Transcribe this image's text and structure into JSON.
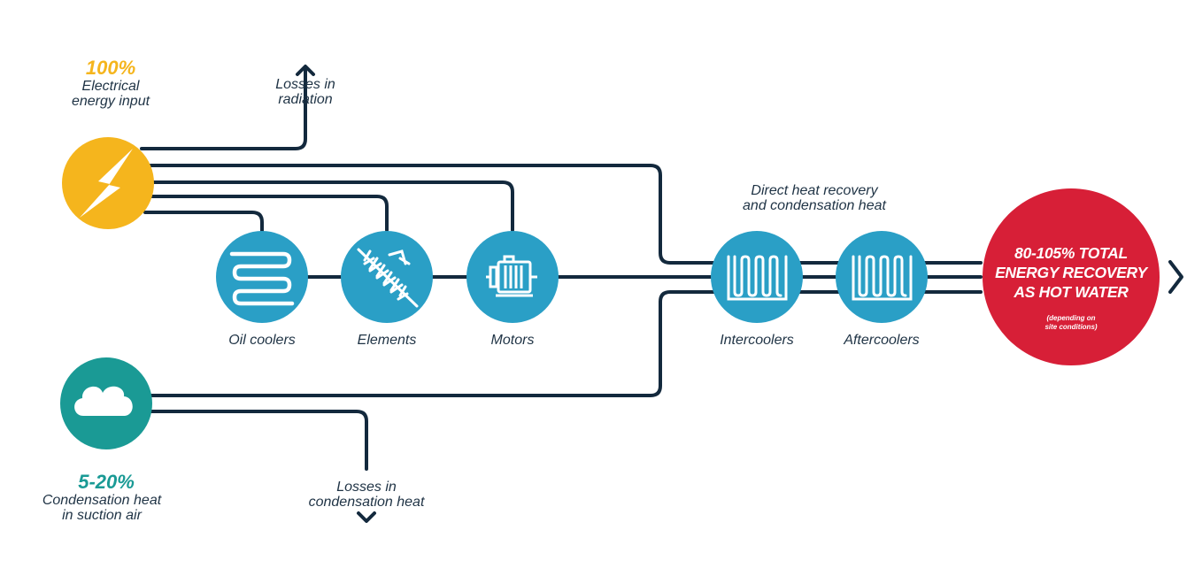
{
  "colors": {
    "line": "#13293d",
    "node_blue": "#2a9fc6",
    "electric": "#f5b51d",
    "condensation": "#1a9a95",
    "recovery": "#d71f37",
    "text": "#1f3345"
  },
  "electric_input": {
    "percent": "100%",
    "label_line1": "Electrical",
    "label_line2": "energy input",
    "icon": "lightning-bolt-icon"
  },
  "condensation_input": {
    "percent": "5-20%",
    "label_line1": "Condensation heat",
    "label_line2": "in suction air",
    "icon": "cloud-icon"
  },
  "losses": {
    "radiation_line1": "Losses in",
    "radiation_line2": "radiation",
    "condensation_line1": "Losses in",
    "condensation_line2": "condensation heat"
  },
  "components": [
    {
      "label": "Oil coolers",
      "icon": "oil-cooler-coil-icon"
    },
    {
      "label": "Elements",
      "icon": "screw-element-icon"
    },
    {
      "label": "Motors",
      "icon": "motor-icon"
    },
    {
      "label": "Intercoolers",
      "icon": "heat-exchanger-icon"
    },
    {
      "label": "Aftercoolers",
      "icon": "heat-exchanger-icon"
    }
  ],
  "direct_heat": {
    "line1": "Direct heat recovery",
    "line2": "and condensation heat"
  },
  "recovery": {
    "line1": "80-105% TOTAL",
    "line2": "ENERGY RECOVERY",
    "line3": "AS HOT WATER",
    "note_line1": "(depending on",
    "note_line2": "site conditions)"
  }
}
